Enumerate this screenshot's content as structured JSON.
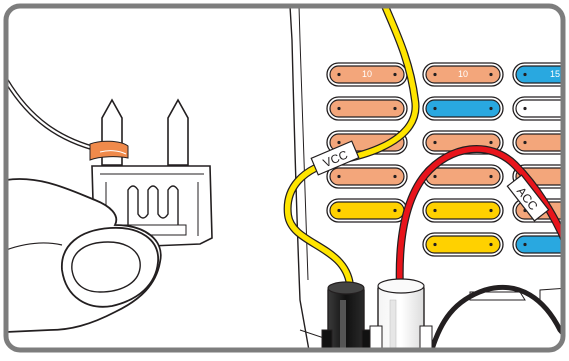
{
  "illustration": {
    "wire_labels": {
      "vcc": "VCC",
      "acc": "ACC"
    },
    "fuse_ratings": {
      "row1_col1": "10",
      "row1_col2": "10",
      "row1_col3": "15"
    },
    "colors": {
      "frame_border": "#7d7d7d",
      "background": "#ffffff",
      "outline": "#231f20",
      "fuse_orange": "#f3a67b",
      "fuse_blue": "#29a8e0",
      "fuse_yellow": "#ffd100",
      "fuse_white": "#ffffff",
      "wire_yellow": "#ffe500",
      "wire_red": "#e8141b",
      "wire_black": "#231f20",
      "copper_wrap": "#f08a4b"
    },
    "icons": {
      "hand": "hand-icon",
      "fuse_tap": "fuse-tap-icon",
      "fuse_box": "fuse-box-icon",
      "connectors": "connector-icon"
    }
  }
}
